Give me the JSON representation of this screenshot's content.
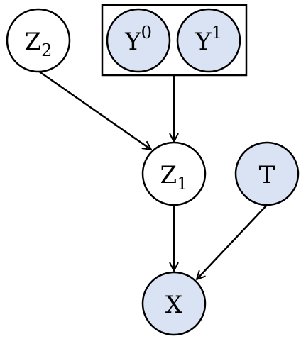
{
  "nodes": {
    "z2": {
      "main": "Z",
      "sub": "2",
      "observed": false
    },
    "y0": {
      "main": "Y",
      "sup": "0",
      "observed": true
    },
    "y1": {
      "main": "Y",
      "sup": "1",
      "observed": true
    },
    "z1": {
      "main": "Z",
      "sub": "1",
      "observed": false
    },
    "t": {
      "main": "T",
      "observed": true
    },
    "x": {
      "main": "X",
      "observed": true
    }
  },
  "edges": [
    {
      "from": "z2",
      "to": "z1"
    },
    {
      "from": "y-group",
      "to": "z1"
    },
    {
      "from": "z1",
      "to": "x"
    },
    {
      "from": "t",
      "to": "x"
    }
  ],
  "colors": {
    "observed_fill": "#dae3f3",
    "latent_fill": "#ffffff",
    "stroke": "#000000"
  }
}
